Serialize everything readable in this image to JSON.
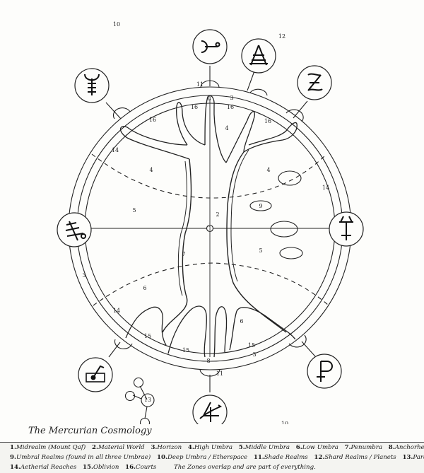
{
  "title": "The Mercurian Cosmology",
  "legend": {
    "rows": [
      [
        {
          "num": "1.",
          "text": "Midrealm (Mount Qaf)"
        },
        {
          "num": "2.",
          "text": "Material World"
        },
        {
          "num": "3.",
          "text": "Horizon"
        },
        {
          "num": "4.",
          "text": "High Umbra"
        },
        {
          "num": "5.",
          "text": "Middle Umbra"
        },
        {
          "num": "6.",
          "text": "Low Umbra"
        },
        {
          "num": "7.",
          "text": "Penumbra"
        },
        {
          "num": "8.",
          "text": "Anchorheads"
        }
      ],
      [
        {
          "num": "9.",
          "text": "Umbral Realms (found in all three Umbrae)"
        },
        {
          "num": "10.",
          "text": "Deep Umbra / Etherspace"
        },
        {
          "num": "11.",
          "text": "Shade Realms"
        },
        {
          "num": "12.",
          "text": "Shard Realms / Planets"
        },
        {
          "num": "13.",
          "text": "Paradox Realms"
        }
      ],
      [
        {
          "num": "14.",
          "text": "Aetherial Reaches"
        },
        {
          "num": "15.",
          "text": "Oblivion"
        },
        {
          "num": "16.",
          "text": "Courts"
        }
      ]
    ],
    "note": "The Zones overlap and are part of everything."
  },
  "diagram": {
    "labels": {
      "deep_umbra_top": "10",
      "deep_umbra_bottom": "10",
      "shard_realms": "12",
      "shade_top": "11",
      "shade_bottom": "11",
      "horizon_top": "3",
      "horizon_left": "3",
      "horizon_bottom": "3",
      "courts_1": "16",
      "courts_2": "16",
      "courts_3": "16",
      "courts_4": "16",
      "anchor_top": "8",
      "anchor_bottom": "8",
      "high_umbra_c": "4",
      "high_umbra_l": "4",
      "high_umbra_r": "4",
      "middle_umbra_l": "5",
      "middle_umbra_r": "5",
      "material_world": "2",
      "midrealm": "1",
      "penumbra": "7",
      "umbral_realm": "9",
      "low_umbra_l": "6",
      "low_umbra_r": "6",
      "aether_tl": "14",
      "aether_r": "14",
      "aether_bl": "14",
      "oblivion_1": "15",
      "oblivion_2": "15",
      "oblivion_3": "15",
      "paradox": "13"
    },
    "planet_symbols": [
      {
        "name": "neptune-like-symbol",
        "pos": "upper-left"
      },
      {
        "name": "hook-symbol",
        "pos": "top"
      },
      {
        "name": "ladder-a-symbol",
        "pos": "upper-right-1"
      },
      {
        "name": "z-scroll-symbol",
        "pos": "upper-right-2"
      },
      {
        "name": "cross-bars-symbol",
        "pos": "left"
      },
      {
        "name": "trident-cross-symbol",
        "pos": "right"
      },
      {
        "name": "box-flag-symbol",
        "pos": "lower-left"
      },
      {
        "name": "jupiter-arrow-symbol",
        "pos": "bottom"
      },
      {
        "name": "pluto-symbol",
        "pos": "lower-right"
      }
    ]
  }
}
